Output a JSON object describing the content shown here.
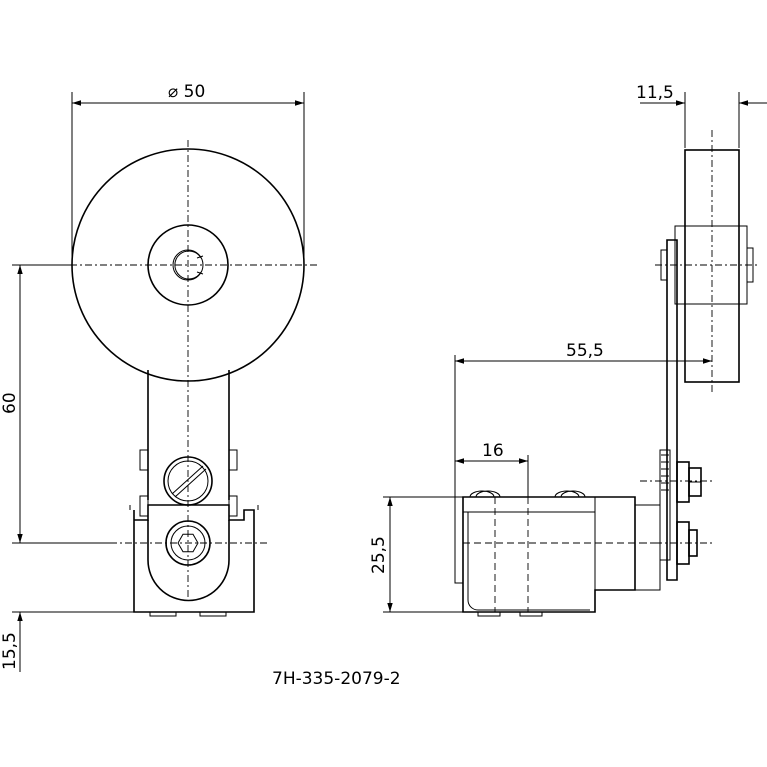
{
  "dimensions": {
    "diameter": "⌀ 50",
    "height_60": "60",
    "height_15_5": "15,5",
    "width_11_5": "11,5",
    "length_55_5": "55,5",
    "length_16": "16",
    "height_25_5": "25,5"
  },
  "drawing_number": "7H-335-2079-2"
}
